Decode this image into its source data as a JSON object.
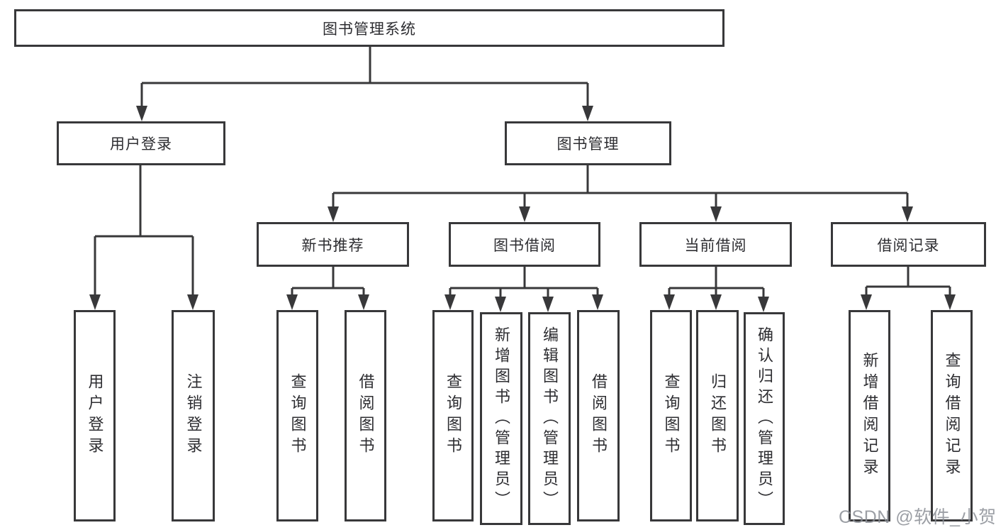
{
  "watermark": "CSDN @软件_小贺同学",
  "colors": {
    "line": "#38383a",
    "text": "#2d2d31",
    "box_background": "#ffffff",
    "watermark": "#8b8f96"
  },
  "tree": {
    "label": "图书管理系统",
    "children": [
      {
        "label": "用户登录",
        "children": [
          {
            "label": "用户登录"
          },
          {
            "label": "注销登录"
          }
        ]
      },
      {
        "label": "图书管理",
        "children": [
          {
            "label": "新书推荐",
            "children": [
              {
                "label": "查询图书"
              },
              {
                "label": "借阅图书"
              }
            ]
          },
          {
            "label": "图书借阅",
            "children": [
              {
                "label": "查询图书"
              },
              {
                "label": "新增图书（管理员）"
              },
              {
                "label": "编辑图书（管理员）"
              },
              {
                "label": "借阅图书"
              }
            ]
          },
          {
            "label": "当前借阅",
            "children": [
              {
                "label": "查询图书"
              },
              {
                "label": "归还图书"
              },
              {
                "label": "确认归还（管理员）"
              }
            ]
          },
          {
            "label": "借阅记录",
            "children": [
              {
                "label": "新增借阅记录"
              },
              {
                "label": "查询借阅记录"
              }
            ]
          }
        ]
      }
    ]
  }
}
